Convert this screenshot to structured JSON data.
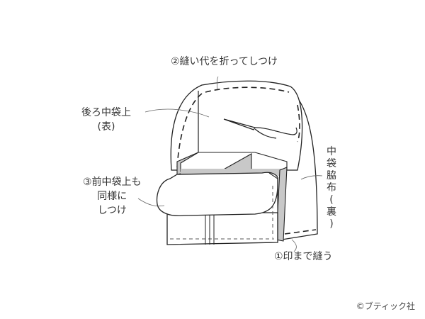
{
  "diagram": {
    "type": "sewing-instruction",
    "labels": {
      "step2": "②縫い代を折ってしつけ",
      "back_upper": [
        "後ろ中袋上",
        "(表)"
      ],
      "step3": [
        "③前中袋上も",
        "同様に",
        "しつけ"
      ],
      "side_panel": [
        "中",
        "袋",
        "脇",
        "布",
        "(",
        "裏",
        ")"
      ],
      "step1": "①印まで縫う"
    },
    "credit": "©ブティック社",
    "colors": {
      "line": "#222222",
      "fill_gray": "#c8c8c8",
      "background": "#ffffff",
      "text": "#333333"
    }
  }
}
